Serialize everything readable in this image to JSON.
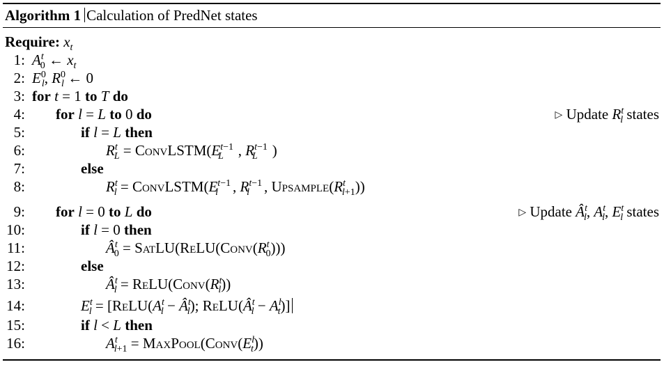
{
  "caption": {
    "label": "Algorithm 1",
    "title": "Calculation of PredNet states"
  },
  "require": {
    "keyword": "Require:"
  },
  "line_numbers": [
    "1:",
    "2:",
    "3:",
    "4:",
    "5:",
    "6:",
    "7:",
    "8:",
    "9:",
    "10:",
    "11:",
    "12:",
    "13:",
    "14:",
    "15:",
    "16:"
  ],
  "keywords": {
    "for": "for",
    "to": "to",
    "do": "do",
    "if": "if",
    "then": "then",
    "else": "else"
  },
  "functions": {
    "convlstm": "ConvLSTM",
    "upsample": "Upsample",
    "satlu": "SatLU",
    "relu": "ReLU",
    "conv": "Conv",
    "maxpool": "MaxPool"
  },
  "comments": {
    "update_r": "Update",
    "update_r_tail": "states",
    "update_all": "Update",
    "update_all_tail": "states"
  }
}
